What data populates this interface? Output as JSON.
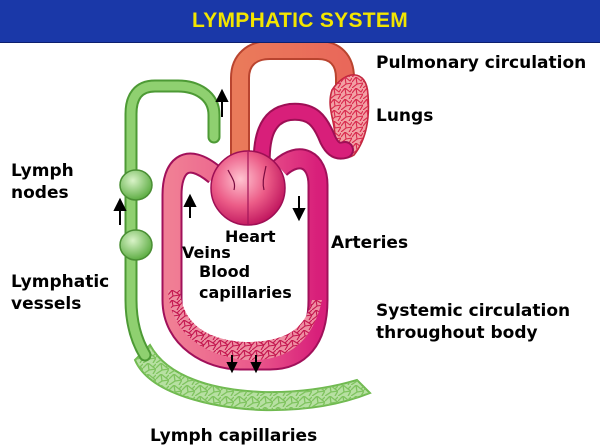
{
  "slide": {
    "title": "LYMPHATIC SYSTEM"
  },
  "labels": {
    "pulmonary": "Pulmonary circulation",
    "lungs": "Lungs",
    "lymph_nodes_1": "Lymph",
    "lymph_nodes_2": "nodes",
    "heart": "Heart",
    "veins": "Veins",
    "arteries": "Arteries",
    "blood_capillaries_1": "Blood",
    "blood_capillaries_2": "capillaries",
    "lymphatic_vessels_1": "Lymphatic",
    "lymphatic_vessels_2": "vessels",
    "systemic_1": "Systemic circulation",
    "systemic_2": "throughout body",
    "lymph_capillaries": "Lymph capillaries"
  },
  "colors": {
    "title_bg": "#1a38a8",
    "title_text": "#f2e500",
    "pulmonary_vessel": "#e8704a",
    "artery": "#d81f7a",
    "vein": "#f07e94",
    "lymph": "#86c96b",
    "heart": "#e7407a"
  }
}
